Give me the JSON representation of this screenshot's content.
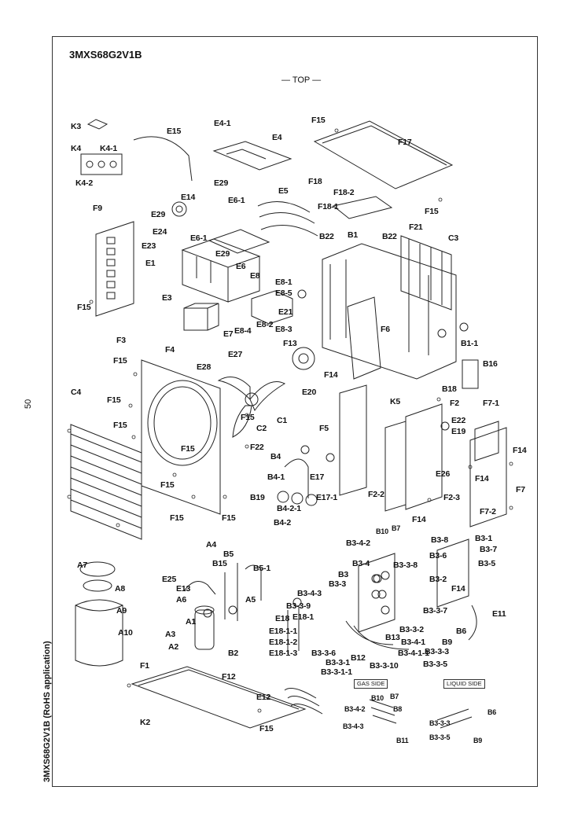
{
  "page": {
    "model": "3MXS68G2V1B",
    "view_label": "— TOP —",
    "page_number": "50",
    "side_caption": "3MXS68G2V1B (RoHS application)",
    "gas_side": "GAS SIDE",
    "liquid_side": "LIQUID SIDE"
  },
  "labels": {
    "K3": "K3",
    "K4": "K4",
    "K4_1": "K4-1",
    "K4_2": "K4-2",
    "E15": "E15",
    "E4_1": "E4-1",
    "E4": "E4",
    "F15": "F15",
    "F17": "F17",
    "E29": "E29",
    "E14": "E14",
    "E6_1": "E6-1",
    "E5": "E5",
    "F18": "F18",
    "F18_2": "F18-2",
    "F18_1": "F18-1",
    "F9": "F9",
    "E24": "E24",
    "E23": "E23",
    "E1": "E1",
    "E6": "E6",
    "E8": "E8",
    "E8_1": "E8-1",
    "E8_5": "E8-5",
    "E3": "E3",
    "E7": "E7",
    "E8_4": "E8-4",
    "E8_2": "E8-2",
    "E8_3": "E8-3",
    "E21": "E21",
    "F3": "F3",
    "B22": "B22",
    "B1": "B1",
    "F21": "F21",
    "C3": "C3",
    "B1_1": "B1-1",
    "B16": "B16",
    "B18": "B18",
    "F6": "F6",
    "F13": "F13",
    "F4": "F4",
    "E28": "E28",
    "E27": "E27",
    "F14": "F14",
    "E20": "E20",
    "C4": "C4",
    "C1": "C1",
    "C2": "C2",
    "F22": "F22",
    "F5": "F5",
    "K5": "K5",
    "F2": "F2",
    "F7_1": "F7-1",
    "E22": "E22",
    "E19": "E19",
    "E26": "E26",
    "F7": "F7",
    "F2_2": "F2-2",
    "F2_3": "F2-3",
    "F7_2": "F7-2",
    "B4": "B4",
    "B4_1": "B4-1",
    "E17": "E17",
    "B19": "B19",
    "E17_1": "E17-1",
    "B4_2_1": "B4-2-1",
    "B4_2": "B4-2",
    "A4": "A4",
    "B5": "B5",
    "B15": "B15",
    "B5_1": "B5-1",
    "A7": "A7",
    "A8": "A8",
    "A9": "A9",
    "A10": "A10",
    "E25": "E25",
    "E13": "E13",
    "A6": "A6",
    "A5": "A5",
    "A3": "A3",
    "A1": "A1",
    "A2": "A2",
    "B2": "B2",
    "F12": "F12",
    "F1": "F1",
    "K2": "K2",
    "E12": "E12",
    "E18": "E18",
    "E18_1": "E18-1",
    "E18_1_1": "E18-1-1",
    "E18_1_2": "E18-1-2",
    "E18_1_3": "E18-1-3",
    "B10": "B10",
    "B7": "B7",
    "B8": "B8",
    "B11": "B11",
    "B3_4_2": "B3-4-2",
    "B3_4": "B3-4",
    "B3": "B3",
    "B3_3": "B3-3",
    "B3_3_8": "B3-3-8",
    "B3_4_3": "B3-4-3",
    "B3_3_9": "B3-3-9",
    "B3_8": "B3-8",
    "B3_1": "B3-1",
    "B3_7": "B3-7",
    "B3_6": "B3-6",
    "B3_5": "B3-5",
    "B3_2": "B3-2",
    "B3_3_7": "B3-3-7",
    "E11": "E11",
    "B6": "B6",
    "B9": "B9",
    "B3_3_2": "B3-3-2",
    "B13": "B13",
    "B3_3_3": "B3-3-3",
    "B3_3_5": "B3-3-5",
    "B3_3_6": "B3-3-6",
    "B12": "B12",
    "B3_3_1": "B3-3-1",
    "B3_3_1_1": "B3-3-1-1",
    "B3_3_10": "B3-3-10",
    "B3_4_1": "B3-4-1",
    "B3_4_1_1": "B3-4-1-1"
  }
}
